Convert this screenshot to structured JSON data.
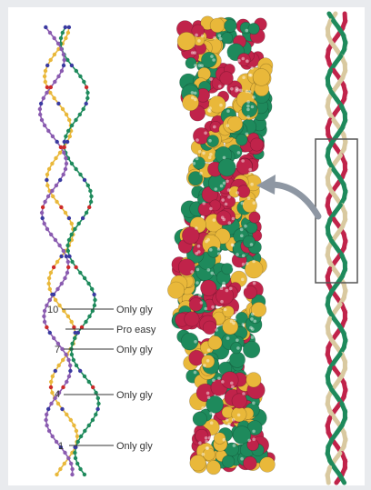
{
  "labels": {
    "residue_10": "10",
    "residue_7": "7",
    "residue_4": "4",
    "residue_1": "1",
    "annot_only_gly_1": "Only gly",
    "annot_pro_easy": "Pro easy",
    "annot_only_gly_2": "Only gly",
    "annot_only_gly_3": "Only gly",
    "annot_only_gly_4": "Only gly"
  },
  "colors": {
    "chain_yellow": "#e9b83a",
    "chain_green": "#1e8a5c",
    "chain_red": "#c0234a",
    "chain_tan": "#d9c9a0",
    "arrow": "#8e97a3",
    "box": "#555555"
  }
}
